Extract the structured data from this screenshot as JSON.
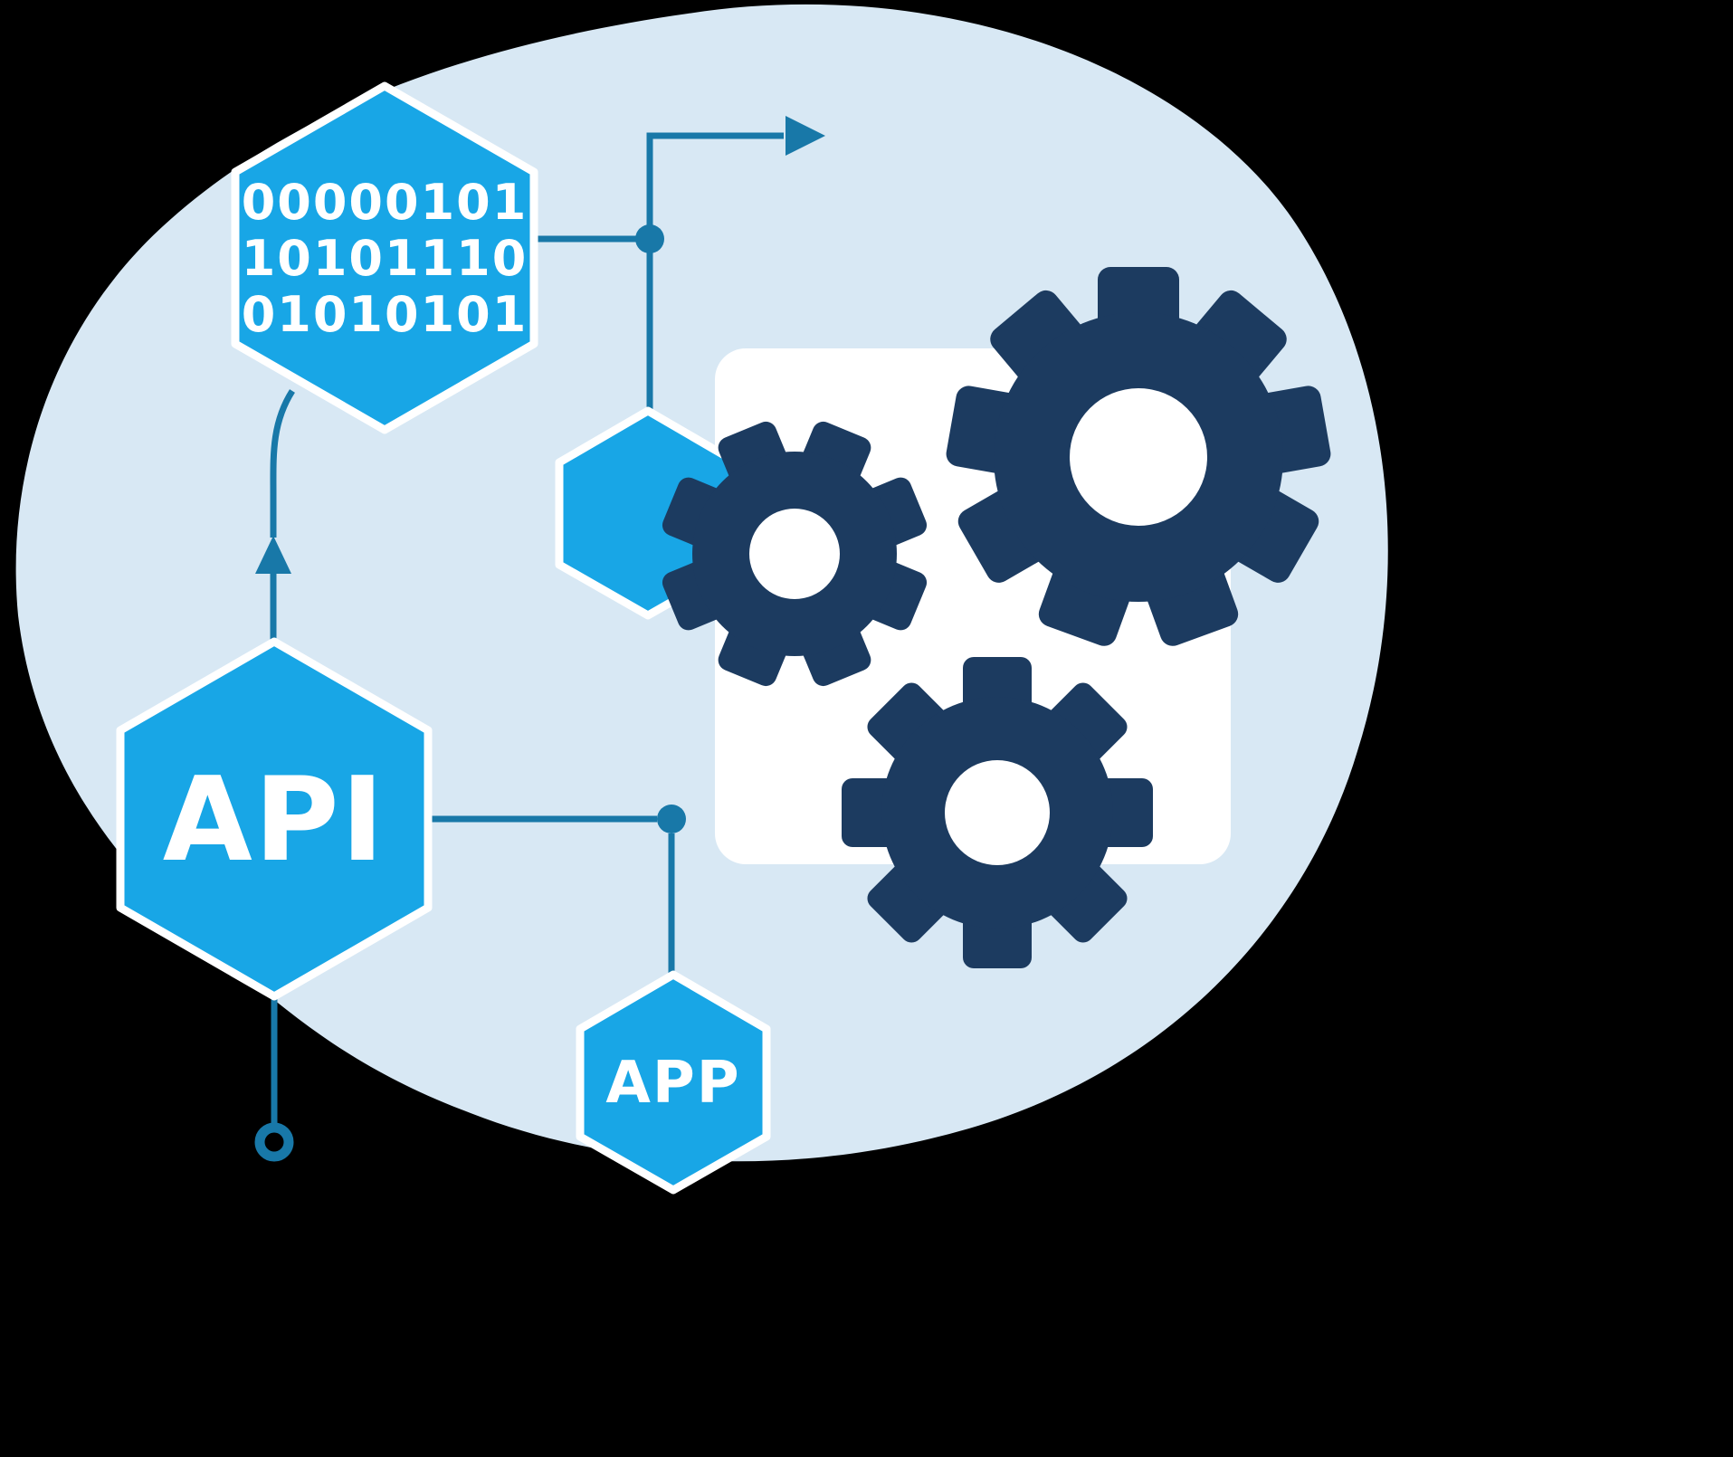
{
  "illustration": {
    "title": "API application integration illustration",
    "binary_hex": {
      "lines": [
        "00000101",
        "10101110",
        "01010101"
      ]
    },
    "api_hex": {
      "label": "API"
    },
    "app_hex": {
      "label": "APP"
    },
    "small_hex": {
      "label": ""
    },
    "gears": {
      "count": 3
    }
  },
  "colors": {
    "background": "#000000",
    "blob": "#d8e8f4",
    "hex_blue": "#18a6e6",
    "hex_stroke": "#ffffff",
    "gear_navy": "#1c3b60",
    "panel_white": "#ffffff",
    "line_teal": "#1878a8"
  }
}
